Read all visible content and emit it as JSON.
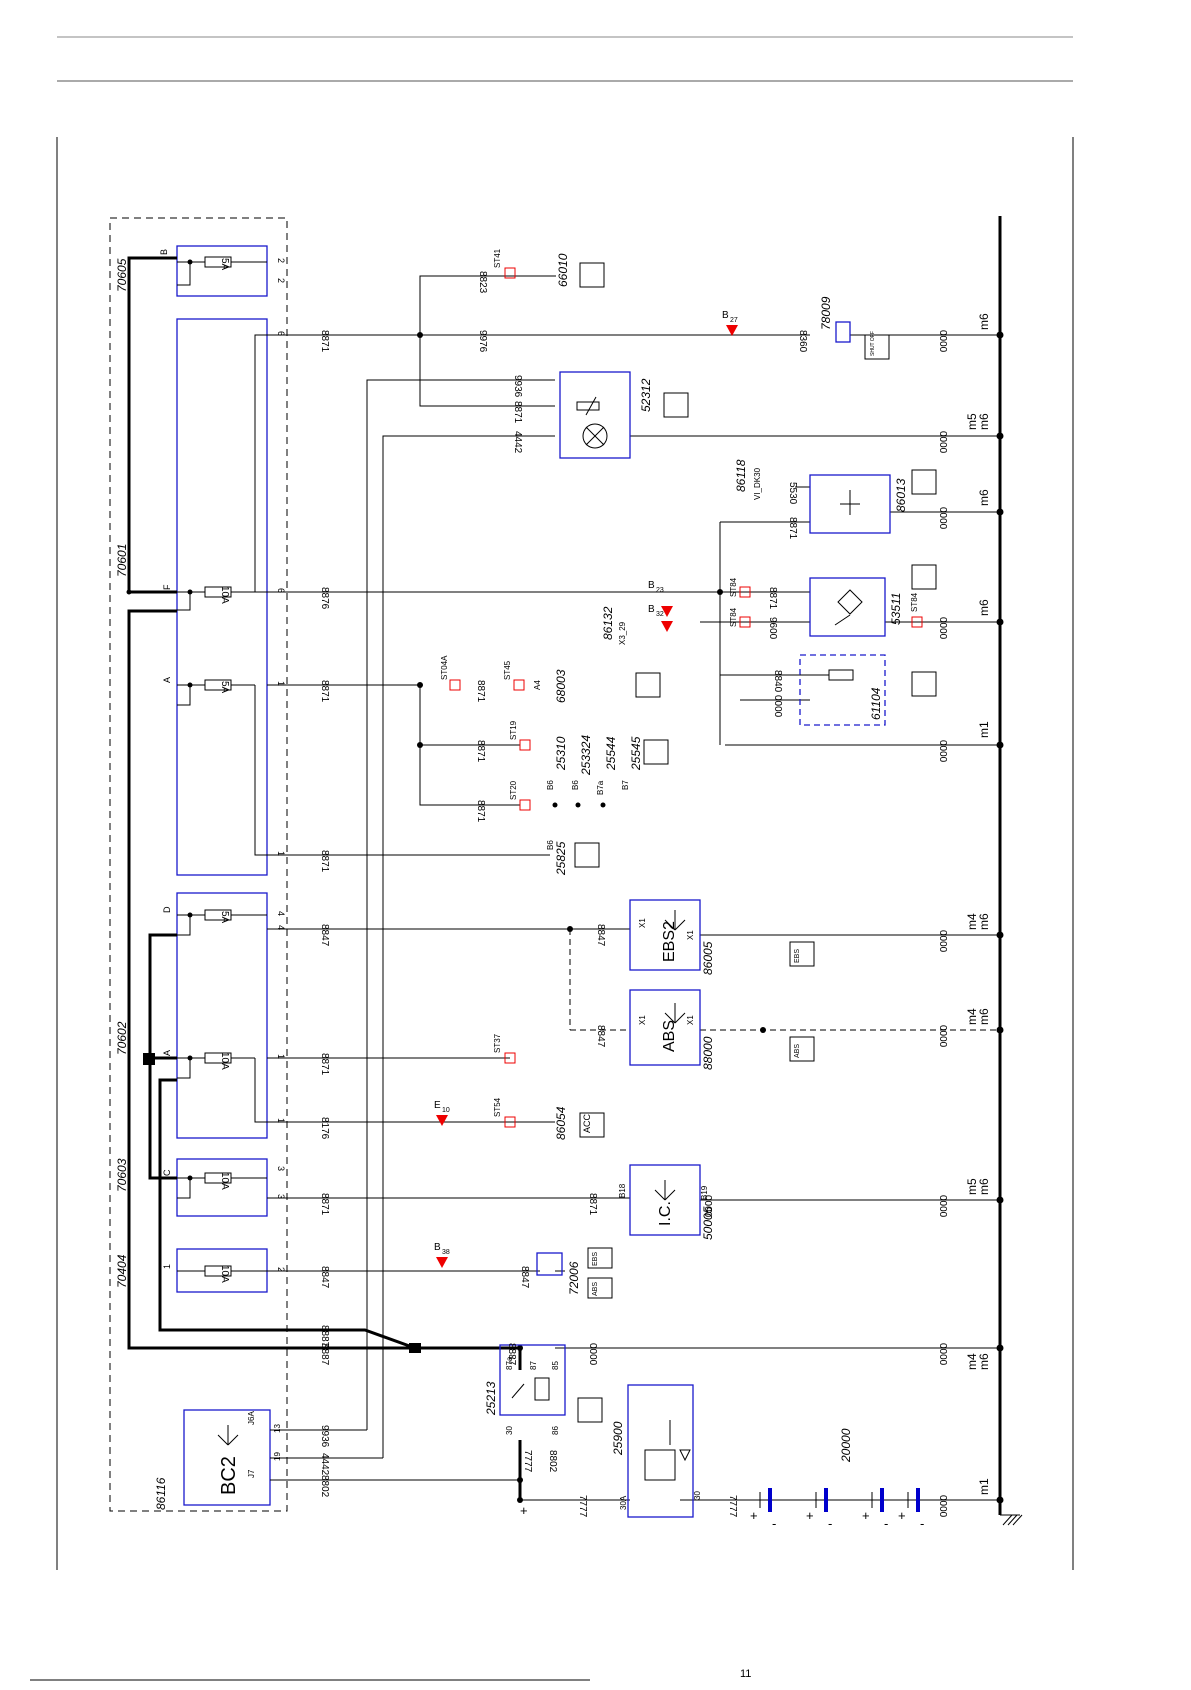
{
  "diagram": {
    "fuse_boxes": [
      "70605",
      "70601",
      "70602",
      "70603",
      "70404"
    ],
    "fuses": [
      {
        "id": "fuse-1",
        "rating": "5A",
        "pin_in": "B",
        "pin_out": "2",
        "pin_out2": "2"
      },
      {
        "id": "fuse-2",
        "rating": "10A",
        "pin_in": "F",
        "pin_out": "6"
      },
      {
        "id": "fuse-3",
        "rating": "5A",
        "pin_in": "A",
        "pin_out": "1"
      },
      {
        "id": "fuse-4",
        "rating": "5A",
        "pin_in": "D",
        "pin_out": "4",
        "pin_out2": "4"
      },
      {
        "id": "fuse-5",
        "rating": "10A",
        "pin_in": "A",
        "pin_out": "1"
      },
      {
        "id": "fuse-6",
        "rating": "10A",
        "pin_in": "C",
        "pin_out": "3",
        "pin_out2": "3"
      },
      {
        "id": "fuse-7",
        "rating": "10A",
        "pin_in": "1",
        "pin_out": "2"
      }
    ],
    "box_pins": {
      "p6": "6",
      "p1": "1",
      "p1b": "1"
    },
    "components": {
      "c66010": "66010",
      "c52312": "52312",
      "c78009": "78009",
      "c86118": "86118",
      "c86013": "86013",
      "c86132": "86132",
      "c53511": "53511",
      "c61104": "61104",
      "c68003": "68003",
      "c25310": "25310",
      "c253324": "253324",
      "c25544": "25544",
      "c25545": "25545",
      "c25825": "25825",
      "c86005": "86005",
      "c88000": "88000",
      "c86054": "86054",
      "c50005": "50005",
      "c72006": "72006",
      "c25213": "25213",
      "c25900": "25900",
      "c20000": "20000",
      "c86116": "86116"
    },
    "module_labels": {
      "ebs2": "EBS2",
      "abs": "ABS",
      "ic": "I.C.",
      "bc2": "BC2",
      "ebs_badge": "EBS",
      "abs_badge": "ABS",
      "acc_badge": "ACC",
      "shut_off": "SHUT OFF"
    },
    "wires": {
      "w8823": "8823",
      "w8871": "8871",
      "w9976": "9976",
      "w8360": "8360",
      "w9936": "9936",
      "w4442": "4442",
      "w0000": "0000",
      "w5530": "5530",
      "w9876": "8876",
      "w9600": "9600",
      "w8840": "8840",
      "w8847": "8847",
      "w8176": "8176",
      "w8887": "8887",
      "w7777": "7777",
      "w8802": "8802"
    },
    "grounds": {
      "m6": "m6",
      "m5": "m5",
      "m4": "m4",
      "m1": "m1"
    },
    "connectors": {
      "st41": "ST41",
      "st45": "ST45",
      "st84": "ST84",
      "st19": "ST19",
      "st20": "ST20",
      "st37": "ST37",
      "st54": "ST54",
      "st04a": "ST04A",
      "b27": "B",
      "b27s": "27",
      "b23": "B",
      "b23s": "23",
      "b32": "B",
      "b32s": "32",
      "b38": "B",
      "b38s": "38",
      "e10": "E",
      "e10s": "10",
      "vi_dk30": "VI_DK30",
      "x3_29": "X3_29",
      "x1": "X1",
      "a4": "A4",
      "b6": "B6",
      "b7": "B7",
      "b7a": "B7a",
      "b18": "B18",
      "b19": "B19",
      "j6a": "J6A",
      "j7": "J7",
      "p87a": "87a",
      "p87": "87",
      "p85": "85",
      "p86": "86",
      "p30": "30",
      "p30a": "30A",
      "p13": "13",
      "p19": "19"
    },
    "polarity": {
      "plus": "+",
      "minus": "-"
    }
  },
  "footer": {
    "page": "11"
  }
}
